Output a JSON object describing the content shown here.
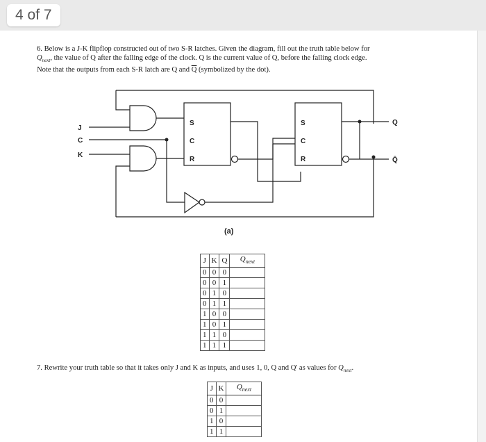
{
  "viewer": {
    "page_counter": "4 of 7"
  },
  "question6": {
    "number": "6.",
    "line1": "Below is a J-K flipflop constructed out of two S-R latches. Given the diagram, fill out the truth table below for",
    "line2_var": "Q",
    "line2_sub": "next",
    "line2_rest": ", the value of Q after the falling edge of the clock. Q is the current value of Q, before the falling clock edge.",
    "line3_a": "Note that the outputs from each S-R latch are Q and ",
    "line3_qbar": "Q",
    "line3_b": " (symbolized by the dot)."
  },
  "diagram": {
    "inputs": [
      "J",
      "C",
      "K"
    ],
    "latch1_pins": [
      "S",
      "C",
      "R"
    ],
    "latch2_pins": [
      "S",
      "C",
      "R"
    ],
    "outputs": [
      "Q",
      "Q̄"
    ],
    "caption": "(a)"
  },
  "table1": {
    "headers": [
      "J",
      "K",
      "Q"
    ],
    "qnext_var": "Q",
    "qnext_sub": "next",
    "rows": [
      [
        "0",
        "0",
        "0"
      ],
      [
        "0",
        "0",
        "1"
      ],
      [
        "0",
        "1",
        "0"
      ],
      [
        "0",
        "1",
        "1"
      ],
      [
        "1",
        "0",
        "0"
      ],
      [
        "1",
        "0",
        "1"
      ],
      [
        "1",
        "1",
        "0"
      ],
      [
        "1",
        "1",
        "1"
      ]
    ]
  },
  "question7": {
    "text": "7. Rewrite your truth table so that it takes only J and K as inputs, and uses 1, 0, Q and Q' as values for ",
    "var": "Q",
    "sub": "next",
    "end": "."
  },
  "table2": {
    "headers": [
      "J",
      "K"
    ],
    "qnext_var": "Q",
    "qnext_sub": "next",
    "rows": [
      [
        "0",
        "0"
      ],
      [
        "0",
        "1"
      ],
      [
        "1",
        "0"
      ],
      [
        "1",
        "1"
      ]
    ]
  }
}
